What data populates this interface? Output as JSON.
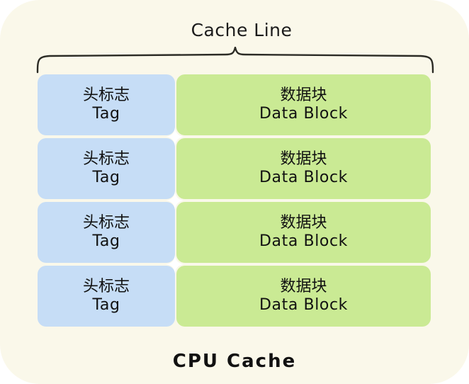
{
  "diagram": {
    "title": "CPU Cache",
    "annotation": {
      "label": "Cache Line",
      "brace_icon": "curly-brace-icon"
    },
    "caption": "CPU Cache",
    "colors": {
      "card_background": "#faf8ea",
      "tag_cell": "#c6ddf6",
      "data_cell": "#caea94",
      "text": "#111111",
      "brace_stroke": "#1b1b1b"
    },
    "rows": [
      {
        "tag": {
          "cn": "头标志",
          "en": "Tag"
        },
        "data": {
          "cn": "数据块",
          "en": "Data Block"
        }
      },
      {
        "tag": {
          "cn": "头标志",
          "en": "Tag"
        },
        "data": {
          "cn": "数据块",
          "en": "Data Block"
        }
      },
      {
        "tag": {
          "cn": "头标志",
          "en": "Tag"
        },
        "data": {
          "cn": "数据块",
          "en": "Data Block"
        }
      },
      {
        "tag": {
          "cn": "头标志",
          "en": "Tag"
        },
        "data": {
          "cn": "数据块",
          "en": "Data Block"
        }
      }
    ],
    "decorations": [
      {
        "icon": "sparkle-icon"
      },
      {
        "icon": "sparkle-icon"
      },
      {
        "icon": "sparkle-icon"
      }
    ]
  }
}
